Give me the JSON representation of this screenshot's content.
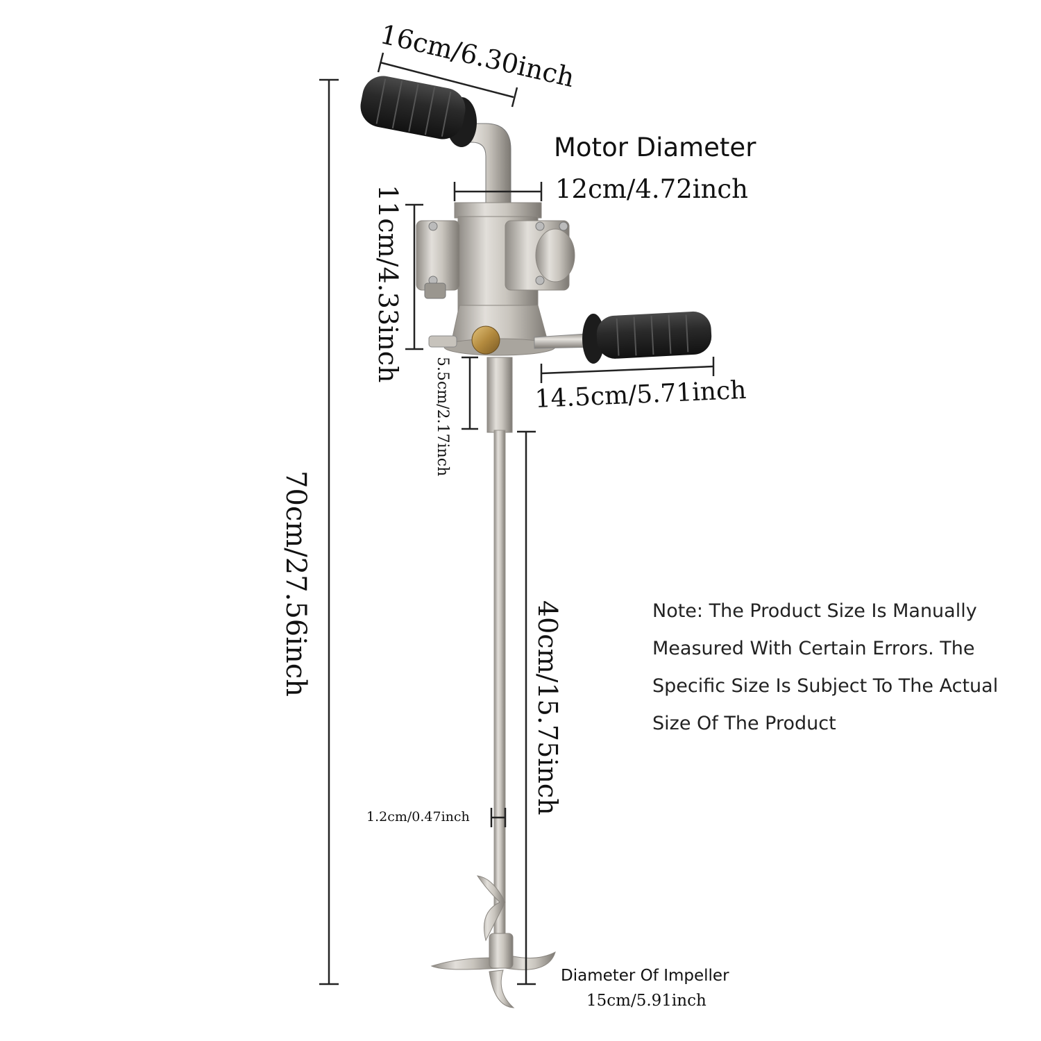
{
  "dimensions": {
    "handle_length": "16cm/6.30inch",
    "motor_diameter_title": "Motor Diameter",
    "motor_diameter_value": "12cm/4.72inch",
    "motor_height": "11cm/4.33inch",
    "side_handle_length": "14.5cm/5.71inch",
    "collar_length": "5.5cm/2.17inch",
    "total_height": "70cm/27.56inch",
    "shaft_length": "40cm/15.75inch",
    "shaft_diameter": "1.2cm/0.47inch",
    "impeller_title": "Diameter Of Impeller",
    "impeller_value": "15cm/5.91inch"
  },
  "note": {
    "lines": [
      "Note: The Product Size Is Manually",
      "Measured With Certain Errors. The",
      "Specific Size Is Subject To The Actual",
      "Size Of The Product"
    ]
  },
  "colors": {
    "metal": "#b8b4ad",
    "grip": "#2b2b2b",
    "brass": "#b8934a",
    "dimension_line": "#222222"
  }
}
